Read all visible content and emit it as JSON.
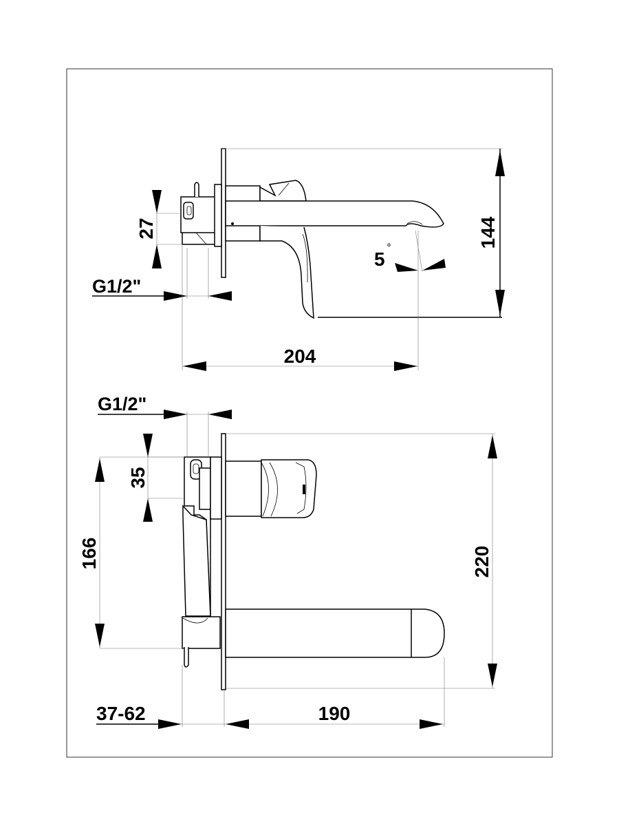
{
  "dimensions": {
    "side_mount_depth": "27",
    "side_connection": "G1/2\"",
    "spout_projection": "204",
    "angle": "5",
    "angle_unit": "°",
    "total_height_side": "144",
    "top_connection": "G1/2\"",
    "top_block": "35",
    "body_height": "166",
    "total_height_front": "220",
    "wall_range": "37-62",
    "spout_length": "190"
  }
}
